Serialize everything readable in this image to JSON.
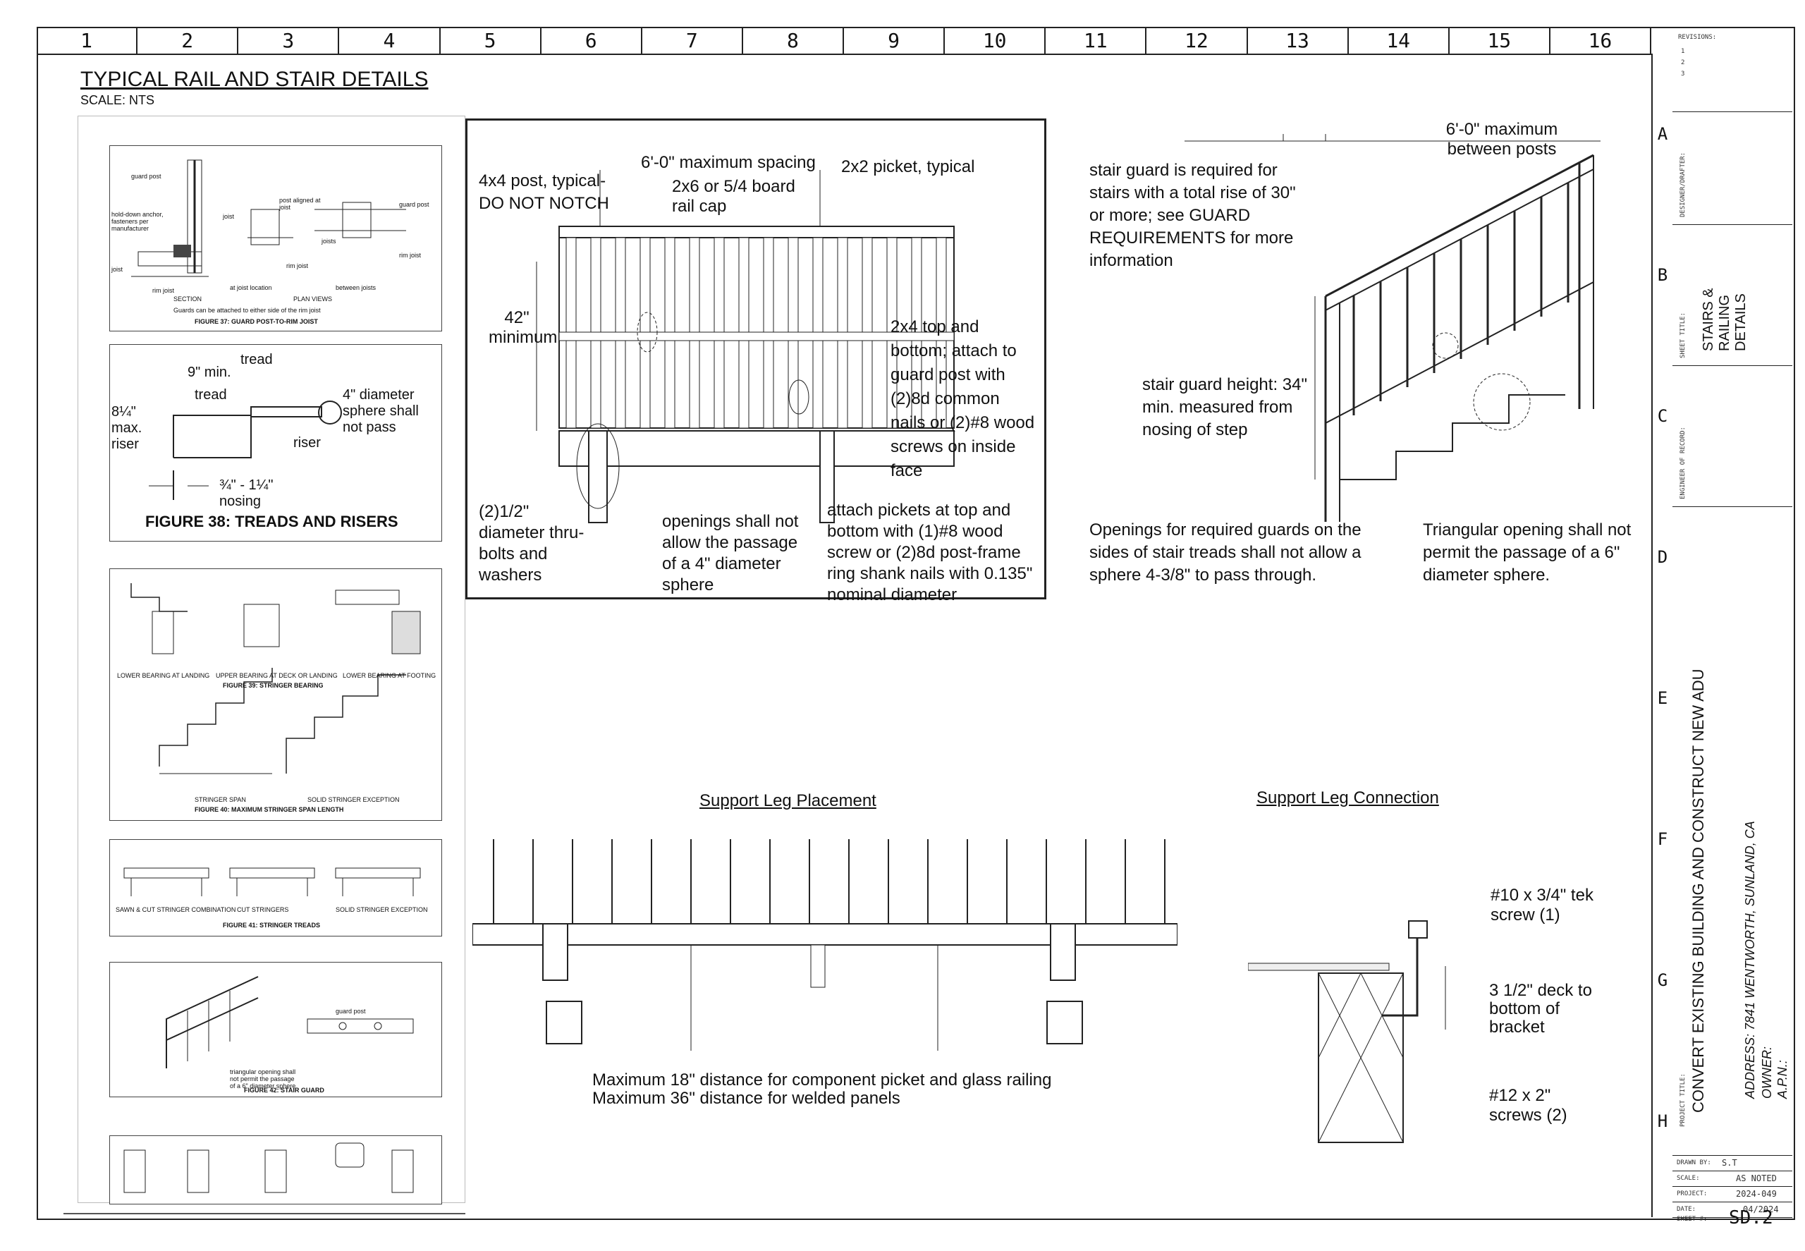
{
  "grid": {
    "columns": [
      "1",
      "2",
      "3",
      "4",
      "5",
      "6",
      "7",
      "8",
      "9",
      "10",
      "11",
      "12",
      "13",
      "14",
      "15",
      "16"
    ],
    "rows": [
      "A",
      "B",
      "C",
      "D",
      "E",
      "F",
      "G",
      "H"
    ]
  },
  "header": {
    "title": "TYPICAL RAIL AND STAIR DETAILS",
    "scale": "SCALE: NTS"
  },
  "fig37": {
    "caption": "FIGURE 37: GUARD POST-TO-RIM JOIST",
    "labels": [
      "guard post",
      "hold-down anchor, fasteners per manufacturer",
      "joist",
      "rim joist",
      "SECTION",
      "joist",
      "post aligned at joist",
      "rim joist",
      "at joist location",
      "PLAN VIEWS",
      "guard post",
      "joists",
      "rim joist",
      "between joists"
    ],
    "note": "Guards can be attached to either side of the rim joist"
  },
  "fig38": {
    "caption": "FIGURE 38: TREADS AND RISERS",
    "tread": "tread",
    "min": "9\" min.",
    "tread2": "tread",
    "sphere": "4\" diameter sphere shall not pass",
    "riser_lbl": "8¼\" max. riser",
    "riser": "riser",
    "nosing": "¾\" - 1¼\" nosing"
  },
  "fig39": {
    "caption": "FIGURE 39: STRINGER BEARING",
    "labels": [
      "LOWER BEARING AT LANDING",
      "UPPER BEARING AT DECK OR LANDING",
      "LOWER BEARING AT FOOTING"
    ]
  },
  "fig40": {
    "caption": "FIGURE 40: MAXIMUM STRINGER SPAN LENGTH",
    "labels": [
      "STRINGER SPAN",
      "SOLID STRINGER EXCEPTION"
    ]
  },
  "fig41": {
    "caption": "FIGURE 41: STRINGER TREADS",
    "labels": [
      "SAWN & CUT STRINGER COMBINATION",
      "CUT STRINGERS",
      "SOLID STRINGER EXCEPTION"
    ]
  },
  "fig42": {
    "caption": "FIGURE 42: STAIR GUARD",
    "labels": [
      "guard post",
      "triangular opening shall not permit the passage of a 6\" diameter sphere"
    ]
  },
  "rail": {
    "post": "4x4 post, typical-",
    "notch": "DO NOT NOTCH",
    "spacing": "6'-0\" maximum spacing",
    "cap": "2x6 or 5/4 board rail cap",
    "picket": "2x2 picket, typical",
    "height": "42\" minimum",
    "topbottom": "2x4 top and bottom; attach to guard post with (2)8d common nails or (2)#8 wood screws on inside face",
    "bolts": "(2)1/2\" diameter thru-bolts and washers",
    "openings": "openings shall not allow the passage of a 4\" diameter sphere",
    "attach": "attach pickets at top and bottom with (1)#8 wood screw or (2)8d post-frame ring shank nails with 0.135\" nominal diameter"
  },
  "stair": {
    "guard_req": "stair guard is required for stairs with a total rise of 30\" or more; see GUARD REQUIREMENTS for more information",
    "max_between": "6'-0\" maximum between posts",
    "height": "stair guard height: 34\" min. measured from nosing of step",
    "openings": "Openings for required guards on the sides of stair treads shall not allow a sphere 4-3/8\" to pass through.",
    "triangular": "Triangular opening shall not permit the passage of a 6\" diameter sphere."
  },
  "support_leg": {
    "title": "Support Leg Placement",
    "note1": "Maximum 18\" distance for component picket and glass railing",
    "note2": "Maximum 36\" distance for welded panels"
  },
  "support_conn": {
    "title": "Support Leg Connection",
    "tek": "#10 x 3/4\" tek screw (1)",
    "deck": "3 1/2\" deck to bottom of bracket",
    "screws": "#12 x 2\" screws (2)"
  },
  "titleblock": {
    "revisions_label": "REVISIONS:",
    "revisions": [
      "1",
      "2",
      "3"
    ],
    "designer_label": "DESIGNER/DRAFTER:",
    "sheet_title_label": "SHEET TITLE:",
    "sheet_title": "STAIRS & RAILING DETAILS",
    "engineer_label": "ENGINEER OF RECORD:",
    "project_title_label": "PROJECT TITLE:",
    "project_title": "CONVERT EXISTING BUILDING AND CONSTRUCT NEW ADU",
    "address": "ADDRESS: 7841 WENTWORTH, SUNLAND, CA",
    "owner": "OWNER:",
    "apn": "A.P.N.:",
    "drawn_by_label": "DRAWN BY:",
    "drawn_by": "S.T",
    "scale_label": "SCALE:",
    "scale": "AS NOTED",
    "project_label": "PROJECT:",
    "project": "2024-049",
    "date_label": "DATE:",
    "date": "04/2024",
    "sheet_label": "SHEET #:",
    "sheet": "SD.2"
  }
}
